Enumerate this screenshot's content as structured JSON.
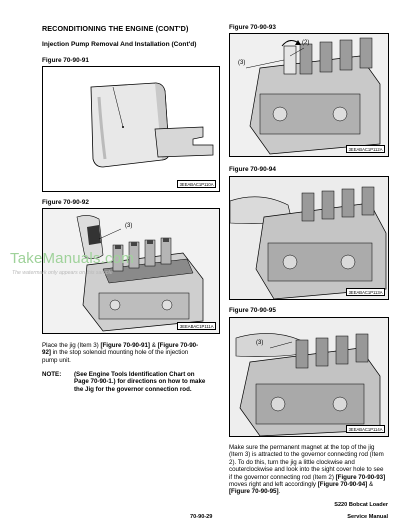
{
  "section_title": "RECONDITIONING THE ENGINE (CONT'D)",
  "subsection_title": "Injection Pump Removal And Installation (Cont'd)",
  "figures": {
    "f91": {
      "label": "Figure 70-90-91",
      "code": "3EEABAC1P110A"
    },
    "f92": {
      "label": "Figure 70-90-92",
      "code": "3EEABAC1P111A",
      "callout": "(3)"
    },
    "f93": {
      "label": "Figure 70-90-93",
      "code": "3EEABAC1P112A",
      "callout_a": "(3)",
      "callout_b": "(2)"
    },
    "f94": {
      "label": "Figure 70-90-94",
      "code": "3EEABAC1P113A"
    },
    "f95": {
      "label": "Figure 70-90-95",
      "code": "3EEABAC1P114A",
      "callout": "(3)"
    }
  },
  "watermark": {
    "main": "TakeManuals.com",
    "sub": "The watermark only appears on this sample"
  },
  "left_text": {
    "p1_a": "Place the jig (Item 3) ",
    "p1_b": "[Figure 70-90-91]",
    "p1_c": " & ",
    "p1_d": "[Figure 70-90-",
    "p1_e": "92]",
    "p1_f": " in the stop solenoid mounting hole of the injection",
    "p1_g": "pump unit.",
    "note_label": "NOTE:",
    "note_l1": "(See Engine Tools Identification Chart on",
    "note_l2": "Page 70-90-1.) for directions on how to make",
    "note_l3": "the Jig for the governor connection rod."
  },
  "right_text": {
    "l1": "Make sure the permanent magnet at the top of the jig",
    "l2": "(Item 3) is attracted to the governor connecting rod (Item",
    "l3": "2). To do this, turn the jig a little clockwise and",
    "l4": "couterclockwise and look into the sight cover hole to see",
    "l5": "if the governor connecting rod (Item 2) ",
    "l5b": "[Figure 70-90-93]",
    "l6": "moves right and left accordingly ",
    "l6b": "[Figure 70-90-94]",
    "l6c": " &",
    "l7": "[Figure 70-90-95]",
    "l7b": "."
  },
  "footer": {
    "page_num": "70-90-29",
    "model": "S220 Bobcat Loader",
    "manual": "Service Manual"
  }
}
